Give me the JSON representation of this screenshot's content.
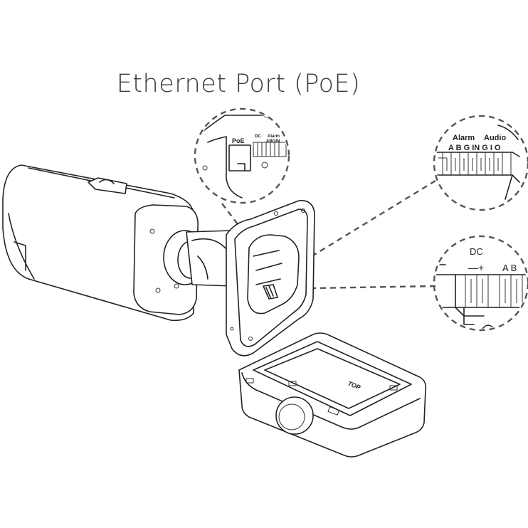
{
  "heading": "Ethernet Port (PoE)",
  "callout_poe": {
    "poe": "PoE",
    "dc": "DC",
    "alarm": "Alarm",
    "pins": "ABGIN"
  },
  "callout_alarm_audio": {
    "alarm": "Alarm",
    "audio": "Audio",
    "pins": "A B G IN G I O"
  },
  "callout_dc": {
    "dc": "DC",
    "polarity": "—+",
    "pins": "A B"
  },
  "junction_box": {
    "embossed_text": "TOP"
  }
}
